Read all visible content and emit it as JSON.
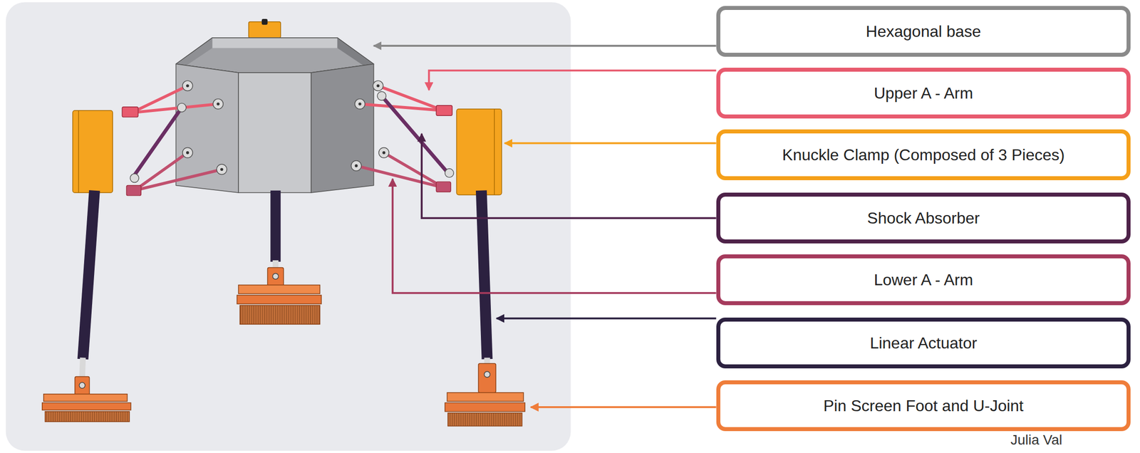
{
  "diagram": {
    "nodes": [
      {
        "text": [
          "Hexagonal base"
        ]
      },
      {
        "text": [
          "Upper A - Arm"
        ]
      },
      {
        "text": [
          "Knuckle Clamp (Composed of 3 Pieces)"
        ]
      },
      {
        "text": [
          "Shock Absorber"
        ]
      },
      {
        "text": [
          "Lower A - Arm"
        ]
      },
      {
        "text": [
          "Linear Actuator"
        ]
      },
      {
        "text": [
          "Pin Screen Foot and U-Joint"
        ]
      }
    ],
    "labels": [
      "Julia Val"
    ]
  }
}
